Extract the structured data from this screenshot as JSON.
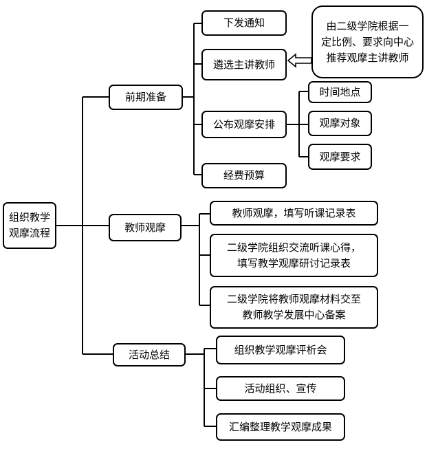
{
  "root": "组织教学\n观摩流程",
  "stages": [
    {
      "label": "前期准备",
      "steps": [
        {
          "label": "下发通知"
        },
        {
          "label": "遴选主讲教师",
          "note": "由二级学院根据一\n定比例、要求向中心\n推荐观摩主讲教师"
        },
        {
          "label": "公布观摩安排",
          "substeps": [
            "时间地点",
            "观摩对象",
            "观摩要求"
          ]
        },
        {
          "label": "经费预算"
        }
      ]
    },
    {
      "label": "教师观摩",
      "steps": [
        {
          "label": "教师观摩，填写听课记录表"
        },
        {
          "label": "二级学院组织交流听课心得，\n填写教学观摩研讨记录表"
        },
        {
          "label": "二级学院将教师观摩材料交至\n教师教学发展中心备案"
        }
      ]
    },
    {
      "label": "活动总结",
      "steps": [
        {
          "label": "组织教学观摩评析会"
        },
        {
          "label": "活动组织、宣传"
        },
        {
          "label": "汇编整理教学观摩成果"
        }
      ]
    }
  ]
}
